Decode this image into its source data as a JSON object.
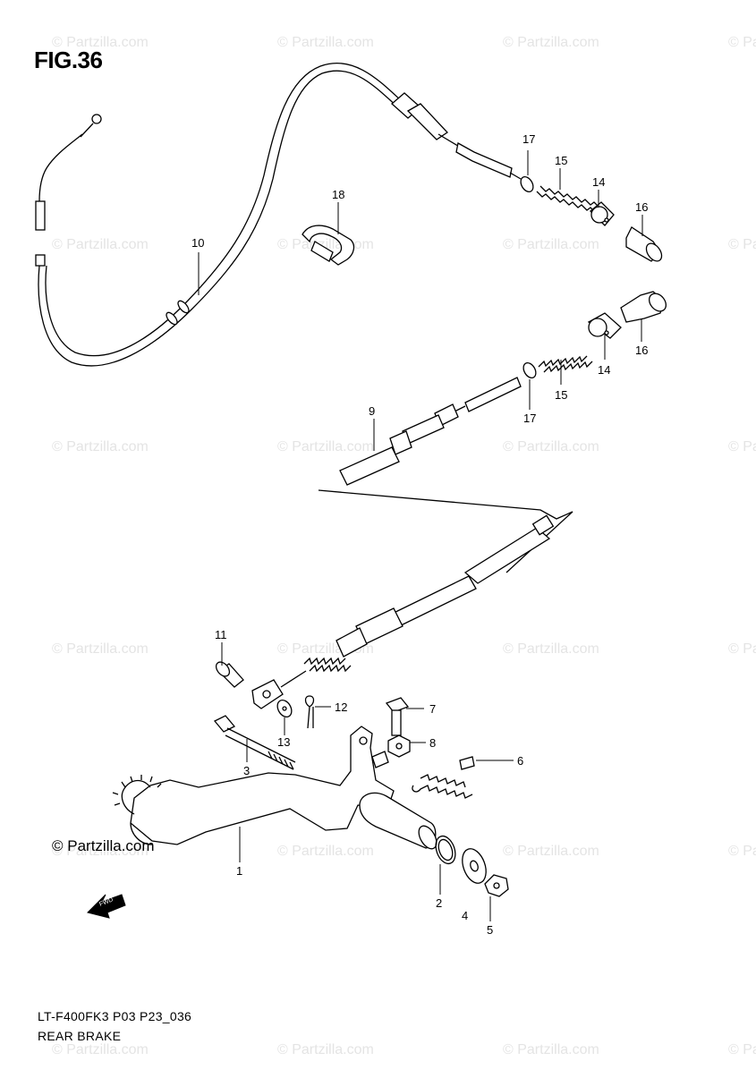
{
  "figure": {
    "title": "FIG.36",
    "code": "LT-F400FK3 P03 P23_036",
    "name": "REAR BRAKE",
    "copyright": "© Partzilla.com",
    "watermark": "© Partzilla.com"
  },
  "callouts": [
    "17",
    "15",
    "14",
    "16",
    "18",
    "10",
    "16",
    "14",
    "15",
    "17",
    "9",
    "11",
    "7",
    "12",
    "8",
    "13",
    "3",
    "6",
    "1",
    "2",
    "4",
    "5"
  ],
  "icons": [
    "front-arrow-icon"
  ]
}
